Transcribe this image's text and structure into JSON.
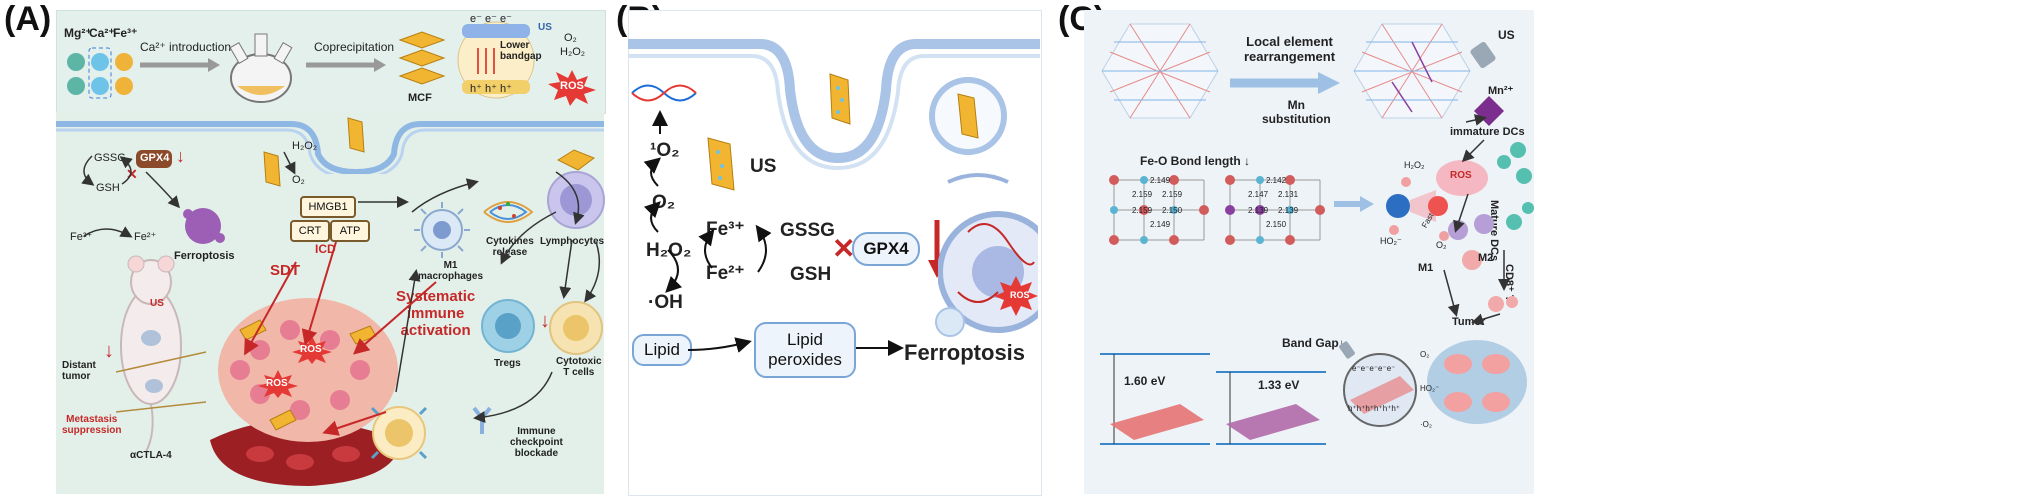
{
  "panels": {
    "a": {
      "letter": "(A)",
      "ions": [
        "Mg²⁺",
        "Ca²⁺",
        "Fe³⁺"
      ],
      "step1": "Ca²⁺ introduction",
      "step2": "Coprecipitation",
      "mcf": "MCF",
      "lower_bandgap": "Lower\nbandgap",
      "o2": "O₂",
      "h2o2": "H₂O₂",
      "ros": "ROS",
      "us": "US",
      "gssg": "GSSG",
      "gsh": "GSH",
      "gpx4": "GPX4",
      "fe3": "Fe³⁺",
      "fe2": "Fe²⁺",
      "h2o2_b": "H₂O₂",
      "o2_b": "O₂",
      "hmgb1": "HMGB1",
      "crt": "CRT",
      "atp": "ATP",
      "icd": "ICD",
      "ferroptosis": "Ferroptosis",
      "sdt": "SDT",
      "m1": "M1\nmacrophages",
      "cytokines": "Cytokines\nrelease",
      "lymphocytes": "Lymphocytes",
      "systematic": "Systematic\nimmune\nactivation",
      "tregs": "Tregs",
      "cytotoxic": "Cytotoxic\nT cells",
      "distant": "Distant\ntumor",
      "metastasis": "Metastasis\nsuppression",
      "ctla4": "αCTLA-4",
      "checkpoint": "Immune\ncheckpoint\nblockade",
      "us2": "US",
      "ros2": "ROS",
      "ros3": "ROS"
    },
    "b": {
      "letter": "(B)",
      "singlet": "¹O₂",
      "o2": "O₂",
      "h2o2": "H₂O₂",
      "oh": "·OH",
      "us": "US",
      "fe3": "Fe³⁺",
      "fe2": "Fe²⁺",
      "gssg": "GSSG",
      "gsh": "GSH",
      "gpx4": "GPX4",
      "lipid": "Lipid",
      "lipid_perox": "Lipid\nperoxides",
      "ferroptosis": "Ferroptosis",
      "ros": "ROS"
    },
    "c": {
      "letter": "(C)",
      "local": "Local element\nrearrangement",
      "mn_sub": "Mn\nsubstitution",
      "us": "US",
      "mn": "Mn²⁺",
      "immature": "immature DCs",
      "mature": "Mature DCs",
      "feo": "Fe-O Bond length ↓",
      "left_bonds": [
        "2.149",
        "2.159",
        "2.159",
        "2.159",
        "2.150",
        "2.149"
      ],
      "right_bonds": [
        "2.142",
        "2.147",
        "2.131",
        "2.139",
        "2.139",
        "2.150"
      ],
      "h2o2": "H₂O₂",
      "ho2": "HO₂⁻",
      "o2": "O₂",
      "fast": "Fast",
      "m1": "M1",
      "m2": "M2",
      "cd8": "CD8⁺ T",
      "tumor": "Tumor",
      "ros": "ROS",
      "bandgap": "Band Gap↓",
      "ev1": "1.60 eV",
      "ev2": "1.33 eV",
      "electrons": "e⁻e⁻e⁻e⁻e⁻",
      "holes": "h⁺h⁺h⁺h⁺h⁺h⁺",
      "o2b": "O₂",
      "ho2b": "HO₂⁻",
      "o2c": "·O₂"
    }
  },
  "colors": {
    "panel_a_bg": "#eaf3ef",
    "membrane": "#8fb7e3",
    "mcf_gold": "#f2b531",
    "ros_red": "#e53935",
    "gpx4_brown": "#8d4a2a",
    "box_blue": "#7aa6d6"
  }
}
